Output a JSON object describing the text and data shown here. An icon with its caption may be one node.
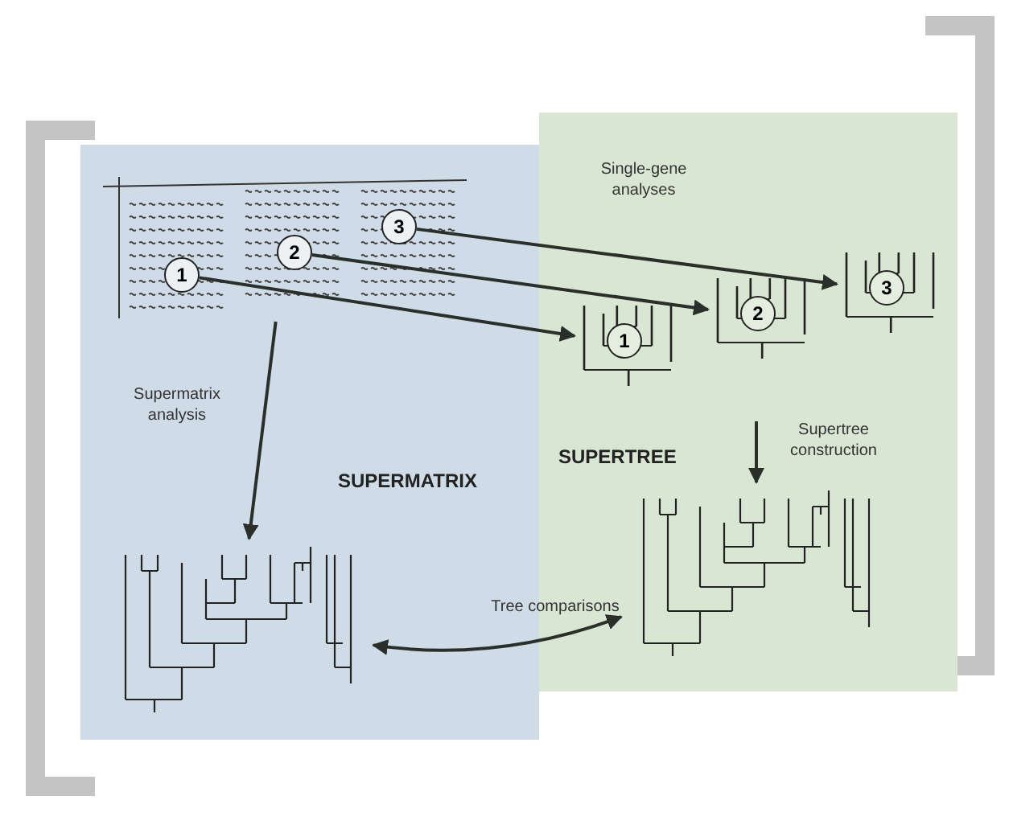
{
  "diagram": {
    "nodes": [
      {
        "text": [
          "SUPERMATRIX"
        ]
      },
      {
        "text": [
          "SUPERTREE"
        ]
      },
      {
        "text": [],
        "shape": "picture",
        "in": 0
      },
      {
        "text": [
          "1"
        ],
        "in": 2
      },
      {
        "text": [
          "2"
        ],
        "in": 2
      },
      {
        "text": [
          "3"
        ],
        "in": 2
      },
      {
        "text": [
          "1"
        ],
        "in": 1
      },
      {
        "text": [
          "2"
        ],
        "in": 1
      },
      {
        "text": [
          "3"
        ],
        "in": 1
      },
      {
        "text": [],
        "shape": "picture",
        "in": 1
      },
      {
        "text": [],
        "shape": "picture",
        "in": 0
      }
    ],
    "edges": [
      {
        "from": 3,
        "to": 6,
        "arrow": "to"
      },
      {
        "from": 4,
        "to": 7,
        "arrow": "to"
      },
      {
        "from": 5,
        "to": 8,
        "arrow": "to"
      },
      {
        "from": 2,
        "to": 10,
        "arrow": "to",
        "label": "Supermatrix analysis"
      },
      {
        "from": null,
        "to": 9,
        "arrow": "to",
        "label": "Supertree construction"
      },
      {
        "from": 10,
        "to": 9,
        "arrow": "both",
        "label": "Tree comparisons"
      }
    ],
    "labels": [
      "Single-gene analyses"
    ]
  }
}
